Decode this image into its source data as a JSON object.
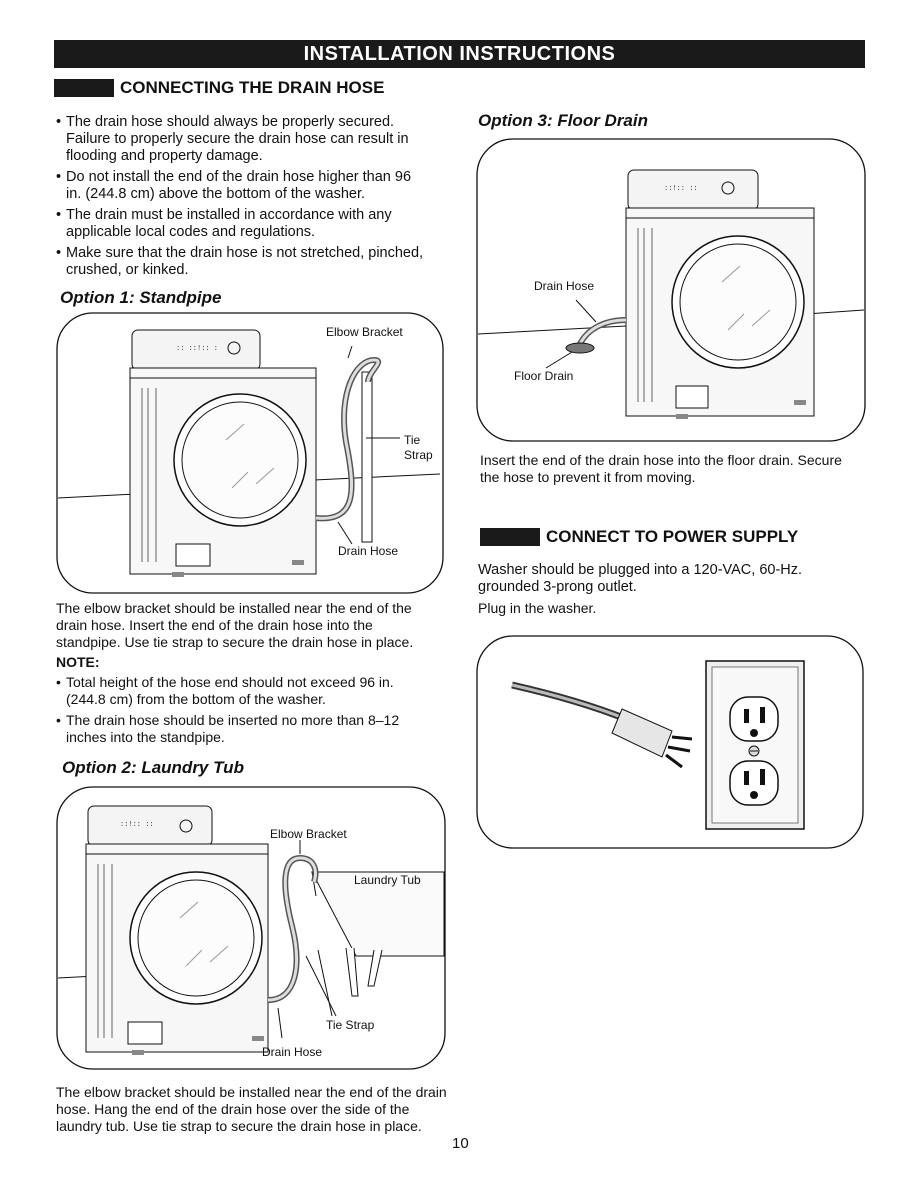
{
  "banner": "INSTALLATION INSTRUCTIONS",
  "drain_section": {
    "title": "CONNECTING THE DRAIN HOSE",
    "bullets": [
      "The drain hose should always be properly secured. Failure to properly secure the drain hose can result in flooding and property damage.",
      "Do not install the end of the drain hose higher than 96 in. (244.8 cm) above the bottom of the washer.",
      "The drain must be installed in accordance with any applicable local codes and regulations.",
      "Make sure that the drain hose is not stretched, pinched, crushed, or kinked."
    ]
  },
  "option1": {
    "title": "Option 1: Standpipe",
    "labels": {
      "elbow": "Elbow Bracket",
      "tie": "Tie",
      "strap": "Strap",
      "drain_hose": "Drain Hose"
    },
    "caption": "The elbow bracket should be installed near the end of the drain hose. Insert the end of the drain hose into the standpipe. Use tie strap to secure the drain hose in place.",
    "note_label": "NOTE:",
    "notes": [
      "Total height of the hose end should not exceed 96 in. (244.8 cm) from the bottom of the washer.",
      "The drain hose should be inserted no more than 8–12 inches into the standpipe."
    ]
  },
  "option2": {
    "title": "Option 2: Laundry Tub",
    "labels": {
      "elbow": "Elbow Bracket",
      "tub": "Laundry Tub",
      "tie_strap": "Tie Strap",
      "drain_hose": "Drain Hose"
    },
    "caption": "The elbow bracket should be installed near the end of the drain hose. Hang the end of the drain hose over the side of the laundry tub. Use tie strap to secure the drain hose in place."
  },
  "option3": {
    "title": "Option 3: Floor Drain",
    "labels": {
      "drain_hose": "Drain Hose",
      "floor_drain": "Floor Drain"
    },
    "caption": "Insert the end of the drain hose into the floor drain. Secure the hose to prevent it from moving."
  },
  "power_section": {
    "title": "CONNECT TO POWER SUPPLY",
    "para1": "Washer should be plugged into a 120-VAC, 60-Hz. grounded 3-prong outlet.",
    "para2": "Plug in the washer."
  },
  "page_number": "10"
}
